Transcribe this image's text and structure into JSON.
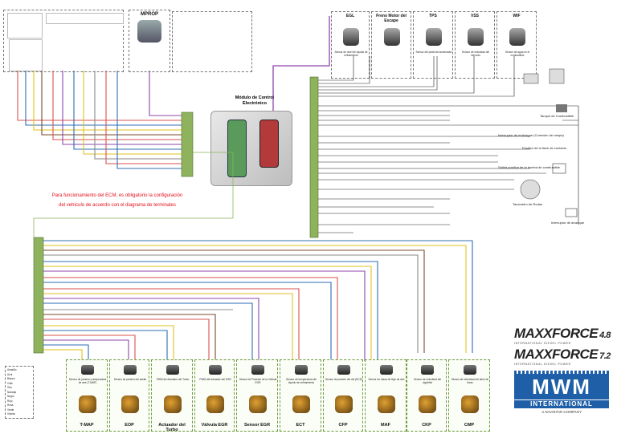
{
  "ecm": {
    "title": "Módulo de Control Electrónico"
  },
  "note": {
    "line1": "Para funcionamiento del ECM, es obligatorio la configuración",
    "line2": "del vehículo de acuerdo con el diagrama de terminales"
  },
  "top_sensors": [
    {
      "id": "egl",
      "name": "EGL",
      "caption": "Sensor de nivel de líquido de enfriamiento"
    },
    {
      "id": "freno",
      "name": "Freno Motor del Escape",
      "caption": ""
    },
    {
      "id": "tps",
      "name": "TPS",
      "caption": "Sensor del pedal del acelerador"
    },
    {
      "id": "vss",
      "name": "VSS",
      "caption": "Sensor de velocidad del vehículo"
    },
    {
      "id": "wif",
      "name": "WIF",
      "caption": "Sensor de agua en el combustible"
    }
  ],
  "mprop": {
    "name": "MPROP"
  },
  "bottom_components": [
    {
      "id": "tmap",
      "label": "T-MAP",
      "caption": "Sensor de presión y temperatura de aire (T-MAP)"
    },
    {
      "id": "eop",
      "label": "EOP",
      "caption": "Sensor de presión del aceite"
    },
    {
      "id": "turbo",
      "label": "Actuador del Turbo",
      "caption": "PWM del Actuador del Turbo"
    },
    {
      "id": "egr_valve",
      "label": "Válvula EGR",
      "caption": "PWM del Actuador del EGR"
    },
    {
      "id": "egr_sensor",
      "label": "Sensor EGR",
      "caption": "Sensor de Posición de la Válvula EGR"
    },
    {
      "id": "ect",
      "label": "ECT",
      "caption": "Sensor de temperatura del líquido de enfriamiento"
    },
    {
      "id": "cfp",
      "label": "CFP",
      "caption": "Sensor de presión del riel (RCS)"
    },
    {
      "id": "maf",
      "label": "MAF",
      "caption": "Sensor de masa de flujo de aire"
    },
    {
      "id": "ckp",
      "label": "CKP",
      "caption": "Sensor de velocidad del cigüeñal"
    },
    {
      "id": "cmp",
      "label": "CMP",
      "caption": "Sensor de velocidad del árbol de levas"
    }
  ],
  "right_labels": [
    "Interruptor de embrague (Conexión de rampa)",
    "Positivo de la llave de contacto",
    "Salida positiva de la bomba de combustible",
    "Tacómetro de Rodas",
    "Interruptor de arranque",
    "Tanque de Combustible"
  ],
  "logos": {
    "mf48_main": "MAXXFORCE",
    "mf48_num": "4.8",
    "mf72_main": "MAXXFORCE",
    "mf72_num": "7.2",
    "sub": "INTERNATIONAL DIESEL POWER",
    "mwm": "MWM",
    "intl": "INTERNATIONAL",
    "navistar": "A NAVISTAR COMPANY"
  },
  "legend": {
    "rows": [
      "Amarillo",
      "Azul",
      "Blanco",
      "Café",
      "Gris",
      "Naranja",
      "Negro",
      "Rojo",
      "Rosa",
      "Verde",
      "Violeta"
    ]
  },
  "colors": {
    "green_dash": "#6a9a3a",
    "harness_green": "#8fb35c",
    "wire_purple": "#8e44ad",
    "wire_red": "#d9534f",
    "wire_blue": "#2f6db5",
    "wire_yellow": "#e2c21b",
    "wire_brown": "#7b4a2a",
    "wire_gray": "#8a8a8a",
    "logo_blue": "#1f5fa8"
  }
}
